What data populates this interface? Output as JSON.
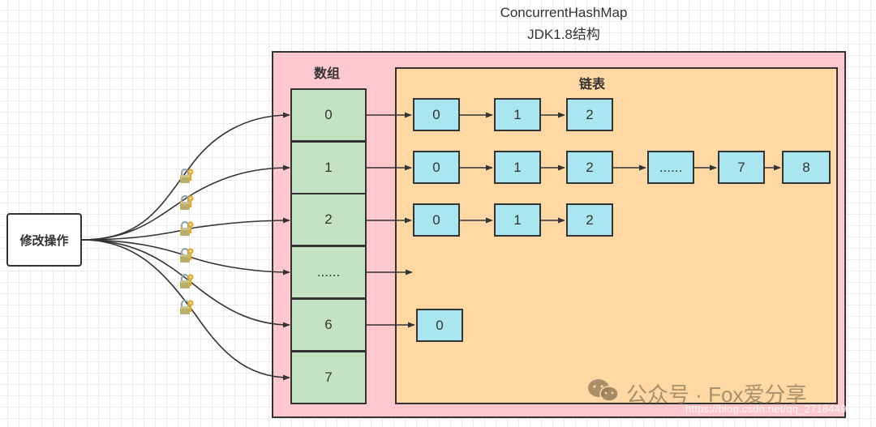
{
  "title": {
    "line1": "ConcurrentHashMap",
    "line2": "JDK1.8结构"
  },
  "array": {
    "label": "数组",
    "cells": [
      "0",
      "1",
      "2",
      "......",
      "6",
      "7"
    ]
  },
  "linked_list": {
    "label": "链表",
    "rows": [
      {
        "from_cell": "0",
        "nodes": [
          "0",
          "1",
          "2"
        ]
      },
      {
        "from_cell": "1",
        "nodes": [
          "0",
          "1",
          "2",
          "......",
          "7",
          "8"
        ]
      },
      {
        "from_cell": "2",
        "nodes": [
          "0",
          "1",
          "2"
        ]
      },
      {
        "from_cell": "......",
        "nodes": []
      },
      {
        "from_cell": "6",
        "nodes": [
          "0"
        ]
      },
      {
        "from_cell": "7",
        "nodes": []
      }
    ]
  },
  "operation": {
    "label": "修改操作",
    "lock_icon": "lock-with-key-icon",
    "lock_count": 6
  },
  "colors": {
    "outer_box": "#ffc7ce",
    "link_area": "#ffd8a4",
    "array_cell": "#c3e3c2",
    "list_node": "#a9e6f0",
    "stroke": "#333333"
  },
  "watermark": {
    "icon": "wechat-icon",
    "text": "公众号 · Fox爱分享",
    "url": "https://blog.csdn.net/qq_27184497"
  }
}
